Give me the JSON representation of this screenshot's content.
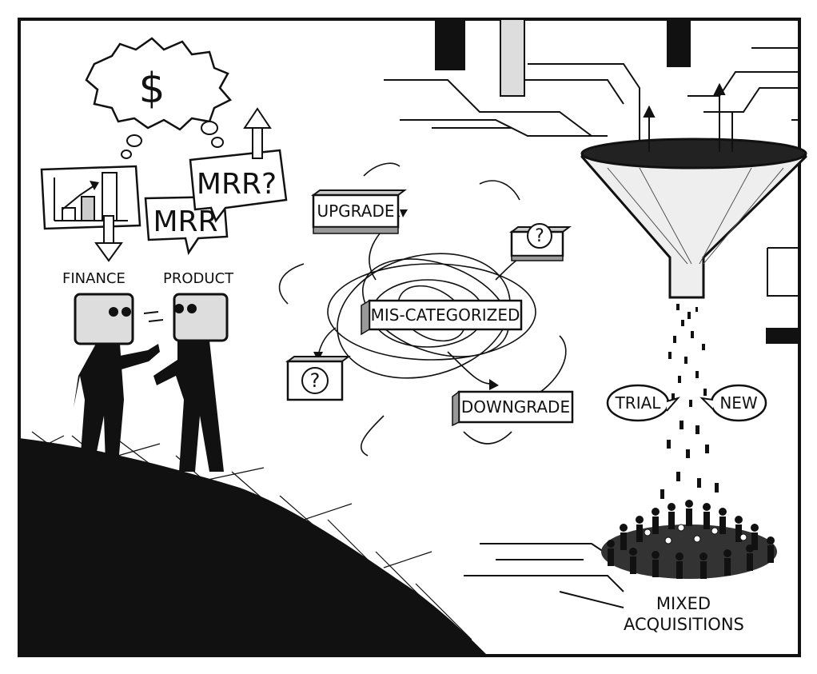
{
  "thought": {
    "symbol": "$"
  },
  "bubbles": {
    "mrr": "MRR",
    "mrr_question": "MRR?"
  },
  "people": {
    "left": "FINANCE",
    "right": "PRODUCT"
  },
  "tangle": {
    "upgrade": "UPGRADE",
    "center": "MIS-CATEGORIZED",
    "downgrade": "DOWNGRADE",
    "unknown_top": "?",
    "unknown_left": "?"
  },
  "funnel": {
    "trial": "TRIAL",
    "new": "NEW"
  },
  "caption": {
    "line1": "MIXED",
    "line2": "ACQUISITIONS"
  },
  "colors": {
    "ink": "#111111",
    "paper": "#ffffff"
  }
}
